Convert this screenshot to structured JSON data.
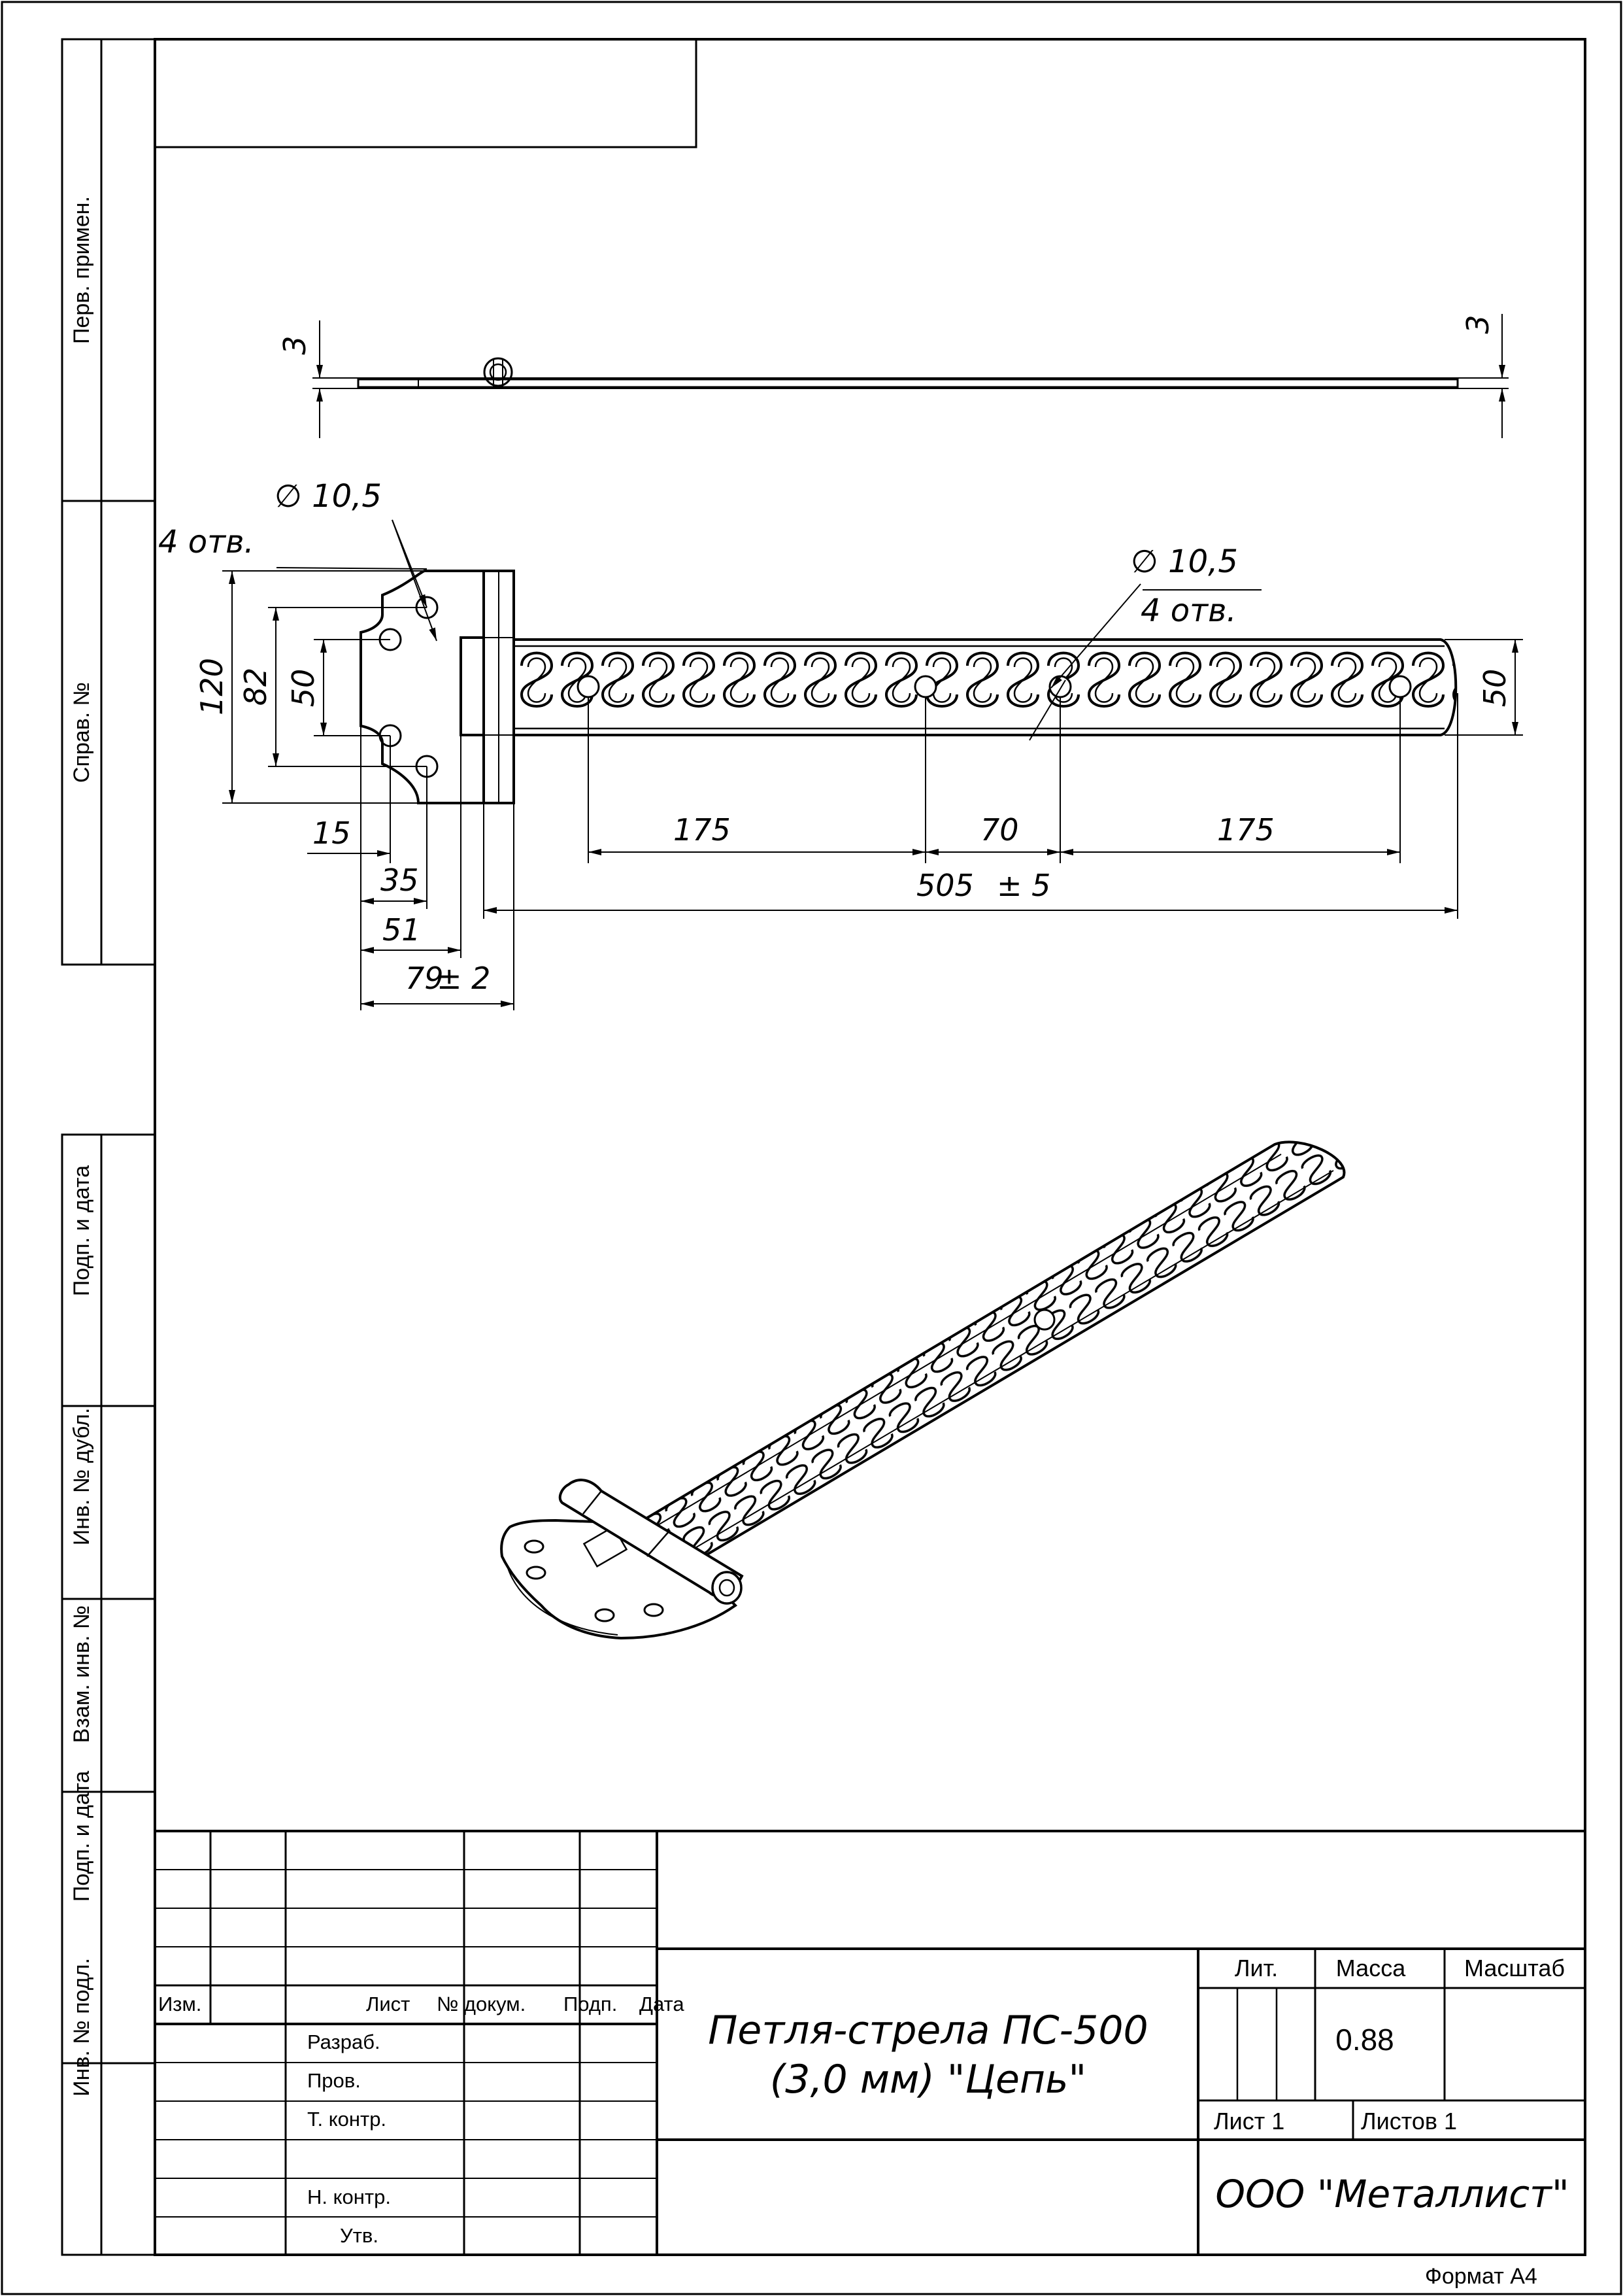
{
  "side_margin": {
    "perv_primen": "Перв. примен.",
    "sprav_no": "Справ. №",
    "podp_i_data_top": "Подп. и дата",
    "inv_no_dubl": "Инв. № дубл.",
    "vzam_inv_no": "Взам. инв. №",
    "podp_i_data_bottom": "Подп. и дата",
    "inv_no_podl": "Инв. № подл."
  },
  "drawing": {
    "side_view": {
      "thickness_left": "3",
      "thickness_right": "3"
    },
    "front_view": {
      "hole_left_diameter": "∅ 10,5",
      "hole_left_count": "4 отв.",
      "hole_right_diameter": "∅ 10,5",
      "hole_right_count": "4 отв.",
      "dim_120": "120",
      "dim_82": "82",
      "dim_50_left": "50",
      "dim_50_right": "50",
      "dim_15": "15",
      "dim_35": "35",
      "dim_51": "51",
      "dim_79": "79",
      "dim_79_tol": "± 2",
      "dim_175_left": "175",
      "dim_70": "70",
      "dim_175_right": "175",
      "dim_505": "505",
      "dim_505_tol": "± 5"
    }
  },
  "title_block": {
    "izm": "Изм.",
    "list": "Лист",
    "no_dokum": "№ докум.",
    "podp": "Подп.",
    "data": "Дата",
    "razrab": "Разраб.",
    "prov": "Пров.",
    "t_kontr": "Т. контр.",
    "n_kontr": "Н. контр.",
    "utv": "Утв.",
    "name_line1": "Петля-стрела ПС-500",
    "name_line2": "(3,0 мм) \"Цепь\"",
    "lit": "Лит.",
    "massa": "Масса",
    "masshtab": "Масштаб",
    "massa_value": "0.88",
    "list_label": "Лист 1",
    "listov_label": "Листов 1",
    "company": "ООО \"Металлист\"",
    "format": "Формат А4"
  }
}
